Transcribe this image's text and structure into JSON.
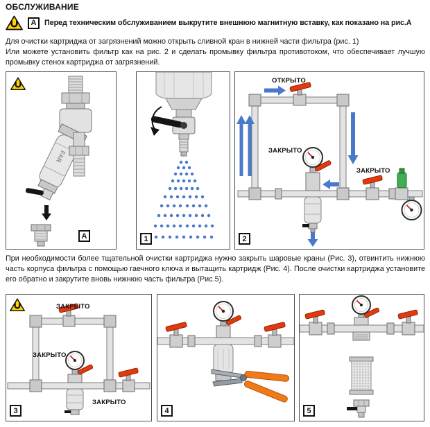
{
  "title": "ОБСЛУЖИВАНИЕ",
  "warning": {
    "figure_label": "A",
    "text": "Перед техническим обслуживанием выкрутите внешнюю магнитную вставку, как показано на рис.А"
  },
  "paragraph1_line1": "Для очистки картриджа от загрязнений можно открыть сливной кран в нижней части фильтра (рис. 1)",
  "paragraph1_rest": "Или можете установить фильтр как на рис. 2 и сделать промывку фильтра противотоком, что обеспечивает лучшую промывку стенок картриджа от загрязнений.",
  "paragraph2": "При необходимости более тщательной очистки картриджа нужно закрыть шаровые краны (Рис. 3), отвинтить нижнюю часть корпуса фильтра с помощью гаечного ключа и вытащить картридж (Рис. 4). После очистки картриджа установите его обратно и закрутите вновь нижнюю часть фильтра (Рис.5).",
  "figure_a": {
    "label": "A",
    "brand": "FAR"
  },
  "figure_1": {
    "label": "1"
  },
  "figure_2": {
    "label": "2",
    "open_top": "ОТКРЫТО",
    "closed_left": "ЗАКРЫТО",
    "closed_right": "ЗАКРЫТО"
  },
  "figure_3": {
    "label": "3",
    "closed_top": "ЗАКРЫТО",
    "closed_left": "ЗАКРЫТО",
    "closed_right": "ЗАКРЫТО"
  },
  "figure_4": {
    "label": "4"
  },
  "figure_5": {
    "label": "5"
  },
  "colors": {
    "valve_red": "#e23a0e",
    "flow_blue": "#4a79cc",
    "warning_yellow": "#ffd400"
  }
}
